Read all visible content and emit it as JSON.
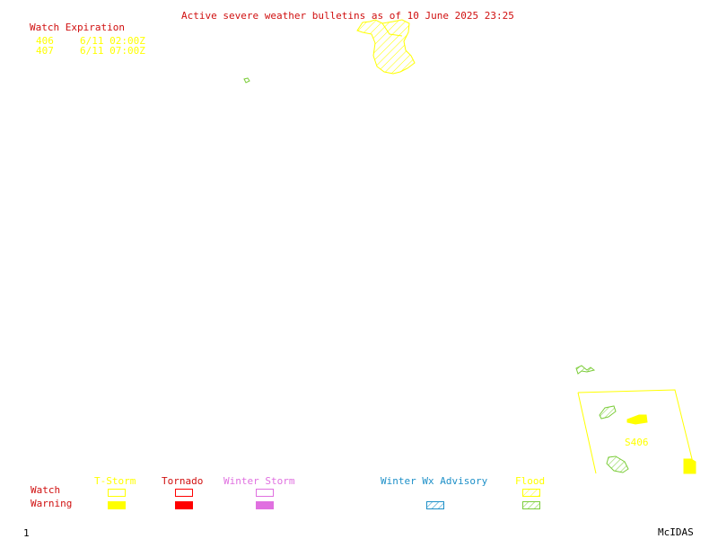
{
  "title": "Active severe weather bulletins as of 10 June 2025 23:25",
  "watch_expiration": {
    "heading": "Watch Expiration",
    "rows": [
      {
        "id": "406",
        "time": "6/11 02:00Z"
      },
      {
        "id": "407",
        "time": "6/11 07:00Z"
      }
    ]
  },
  "map_labels": {
    "watch_box_label": "S406"
  },
  "legend": {
    "row_labels": {
      "watch": "Watch",
      "warning": "Warning"
    },
    "columns": [
      {
        "label": "T-Storm",
        "color": "#ffff00"
      },
      {
        "label": "Tornado",
        "color": "#ff0000"
      },
      {
        "label": "Winter Storm",
        "color": "#e070e0"
      },
      {
        "label": "Winter Wx Advisory",
        "color": "#1e90c8"
      },
      {
        "label": "Flood",
        "color": "#7ccd3a"
      }
    ]
  },
  "footer": {
    "frame_number": "1",
    "brand": "McIDAS"
  },
  "colors": {
    "title": "#d01010",
    "watch_text": "#ffff00",
    "heading": "#d01010",
    "tstorm": "#ffff00",
    "tornado": "#ff0000",
    "winter_storm": "#e070e0",
    "winter_advisory": "#1e90c8",
    "flood": "#7ccd3a",
    "black": "#000000"
  }
}
